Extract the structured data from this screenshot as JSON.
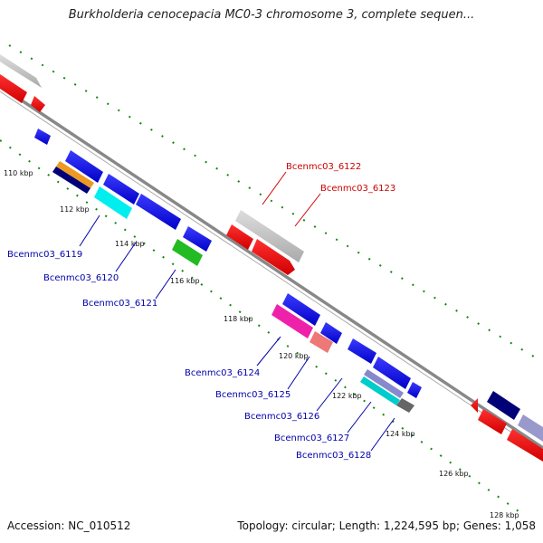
{
  "header": {
    "title": "Burkholderia cenocepacia MC0-3 chromosome 3, complete sequen..."
  },
  "footer": {
    "accession": "Accession: NC_010512",
    "summary": "Topology: circular; Length: 1,224,595 bp; Genes: 1,058"
  },
  "ticks": [
    "110 kbp",
    "112 kbp",
    "114 kbp",
    "116 kbp",
    "118 kbp",
    "120 kbp",
    "122 kbp",
    "124 kbp",
    "126 kbp",
    "128 kbp"
  ],
  "gene_labels": [
    {
      "text": "Bcenmc03_6119",
      "color": "#0000aa"
    },
    {
      "text": "Bcenmc03_6120",
      "color": "#0000aa"
    },
    {
      "text": "Bcenmc03_6121",
      "color": "#0000aa"
    },
    {
      "text": "Bcenmc03_6122",
      "color": "#cc0000"
    },
    {
      "text": "Bcenmc03_6123",
      "color": "#cc0000"
    },
    {
      "text": "Bcenmc03_6124",
      "color": "#0000aa"
    },
    {
      "text": "Bcenmc03_6125",
      "color": "#0000aa"
    },
    {
      "text": "Bcenmc03_6126",
      "color": "#0000aa"
    },
    {
      "text": "Bcenmc03_6127",
      "color": "#0000aa"
    },
    {
      "text": "Bcenmc03_6128",
      "color": "#0000aa"
    }
  ],
  "colors": {
    "forward_cds": "#0000ee",
    "reverse_cds": "#ee0000",
    "rna": "#bbbbbb",
    "backbone": "#888888",
    "ticks": "#118811",
    "cyan": "#00eeee",
    "green": "#22bb22",
    "magenta": "#ee22aa",
    "salmon": "#ee7777",
    "navy": "#000077",
    "orange": "#ee9922"
  }
}
